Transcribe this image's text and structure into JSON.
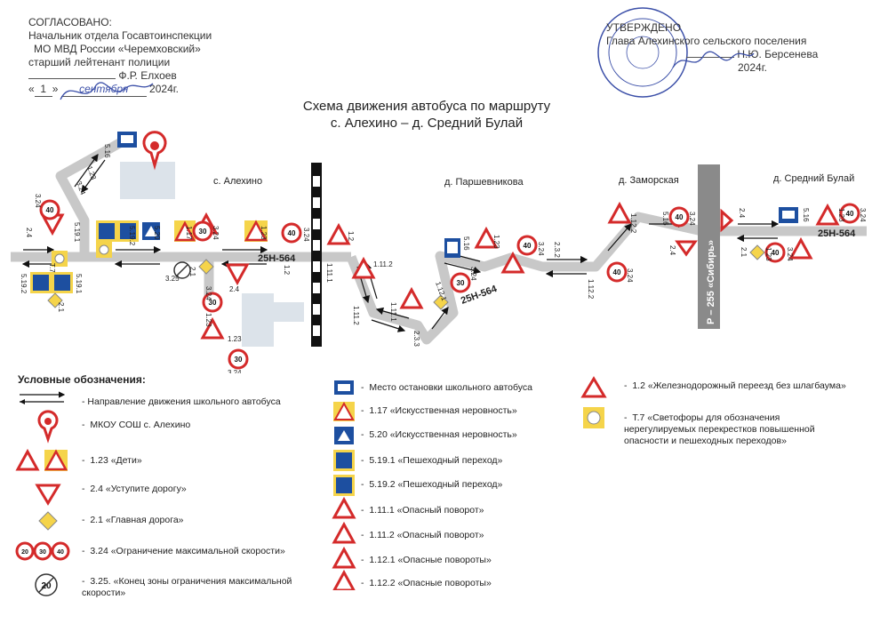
{
  "approval_left": {
    "line1": "СОГЛАСОВАНО:",
    "line2": "Начальник отдела Госавтоинспекции",
    "line3": "МО МВД России «Черемховский»",
    "line4": "старший лейтенант полиции",
    "signer": "Ф.Р. Елхоев",
    "day": "1",
    "month": "сентября",
    "year": "2024г."
  },
  "approval_right": {
    "line1": "УТВЕРЖДЕНО",
    "line2": "Глава Алехинского сельского поселения",
    "signer": "Н.Ю. Берсенева",
    "year": "2024г."
  },
  "title": {
    "line1": "Схема движения автобуса по маршруту",
    "line2": "с. Алехино – д. Средний Булай"
  },
  "places": {
    "alekhino": "с. Алехино",
    "parshevnikova": "д. Паршевникова",
    "zamorskaya": "д. Заморская",
    "sredniy_bulay": "д. Средний Булай"
  },
  "roads": {
    "local": "25Н-564",
    "federal": "Р – 255 «Сибирь»"
  },
  "sign_labels": {
    "s516": "5.16",
    "s123": "1.23",
    "s324": "3.24",
    "s24": "2.4",
    "s21": "2.1",
    "s17": "Т.7",
    "s5192": "5.19.2",
    "s5191": "5.19.1",
    "s520": "5.20",
    "s117": "1.17",
    "s325": "3.25",
    "s12": "1.2",
    "s1111": "1.11.1",
    "s1112": "1.11.2",
    "s1121": "1.12.1",
    "s1122": "1.12.2",
    "s2322": "2.3.2",
    "s233": "2.3.3",
    "n40": "40",
    "n30": "30",
    "n20": "20"
  },
  "legend": {
    "heading": "Условные обозначения:",
    "items": [
      {
        "text": "Направление движения школьного автобуса"
      },
      {
        "text": "МКОУ СОШ с. Алехино"
      },
      {
        "text": "1.23  «Дети»"
      },
      {
        "text": "2.4  «Уступите дорогу»"
      },
      {
        "text": "2.1 «Главная дорога»"
      },
      {
        "text": "3.24 «Ограничение максимальной скорости»"
      },
      {
        "text": "3.25. «Конец зоны ограничения максимальной скорости»"
      },
      {
        "text": "Место остановки школьного автобуса"
      },
      {
        "text": "1.17 «Искусственная неровность»"
      },
      {
        "text": "5.20 «Искусственная неровность»"
      },
      {
        "text": "5.19.1 «Пешеходный переход»"
      },
      {
        "text": "5.19.2 «Пешеходный переход»"
      },
      {
        "text": "1.11.1 «Опасный поворот»"
      },
      {
        "text": "1.11.2 «Опасный поворот»"
      },
      {
        "text": "1.12.1 «Опасные повороты»"
      },
      {
        "text": "1.12.2 «Опасные повороты»"
      },
      {
        "text": "1.2 «Железнодорожный переезд без шлагбаума»"
      },
      {
        "text": "Т.7 «Светофоры для обозначения нерегулируемых перекрестков повышенной опасности и пешеходных переходов»"
      }
    ]
  },
  "colors": {
    "road": "#c8c8c8",
    "sign_red": "#d42a2a",
    "sign_yellow": "#f5d44a",
    "sign_blue": "#1d4fa0",
    "stamp": "#3b4fa8"
  }
}
